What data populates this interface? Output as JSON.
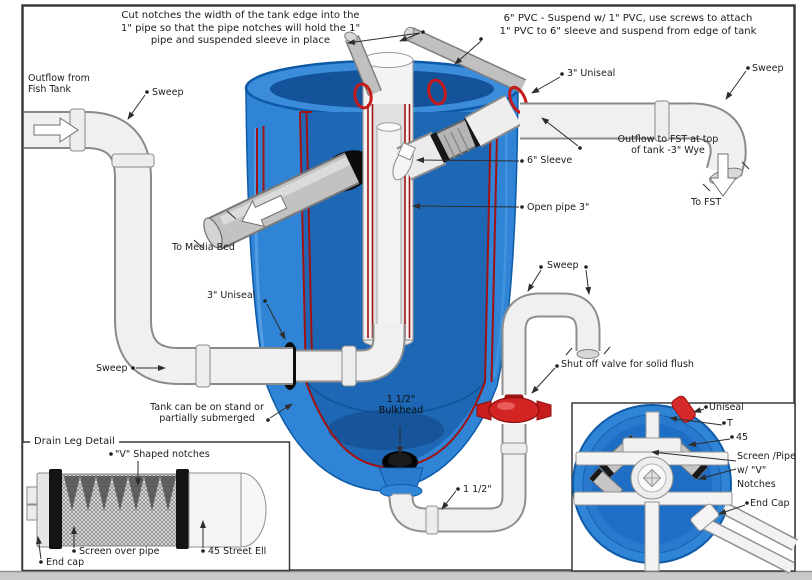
{
  "colors": {
    "tank_blue": "#2f84d6",
    "tank_dark": "#14539a",
    "cut_red": "#a01212",
    "valve_red": "#d32424",
    "pipe_white": "#f0f0f0",
    "pipe_gray": "#b5b5b5",
    "frame": "#3a3a3a"
  },
  "annotations": {
    "note_cut_notches": {
      "line1": "Cut notches the width of the tank edge into the",
      "line2": "1\" pipe so that the pipe notches will hold the 1\"",
      "line3": "pipe and suspended sleeve in place"
    },
    "note_suspend": {
      "line1": "6\" PVC - Suspend w/ 1\" PVC, use screws to attach",
      "line2": "1\" PVC to 6\" sleeve and suspend from edge of tank"
    },
    "outflow_fish_tank": {
      "line1": "Outflow from",
      "line2": "Fish Tank"
    },
    "sweep_top_left": "Sweep",
    "sweep_top_right": "Sweep",
    "sweep_bottom_left": "Sweep",
    "sweep_pair": "Sweep",
    "uniseal_top": "3\" Uniseal",
    "uniseal_left": "3\" Uniseal",
    "sleeve": "6\" Sleeve",
    "open_pipe": "Open pipe 3\"",
    "outflow_fst": {
      "line1": "Outflow to FST at top",
      "line2": "of tank -3\" Wye"
    },
    "to_fst": "To FST",
    "to_media_bed": "To Media Bed",
    "tank_note": {
      "line1": "Tank  can be on stand or",
      "line2": "partially submerged"
    },
    "bulkhead": {
      "line1": "1 1/2\"",
      "line2": "Bulkhead"
    },
    "pipe_size": "1 1/2\"",
    "shutoff": "Shut off valve for solid flush",
    "drain_leg": {
      "title": "Drain Leg Detail",
      "v_notches": "\"V\" Shaped notches",
      "screen": "Screen over pipe",
      "street_ell": "45 Street Ell",
      "end_cap": "End cap"
    },
    "top_view": {
      "uniseal": "Uniseal",
      "t": "T",
      "forty_five": "45",
      "screen_line1": "Screen /Pipe",
      "screen_line2": "w/ \"V\"",
      "screen_line3": "Notches",
      "end_cap": "End Cap"
    }
  }
}
